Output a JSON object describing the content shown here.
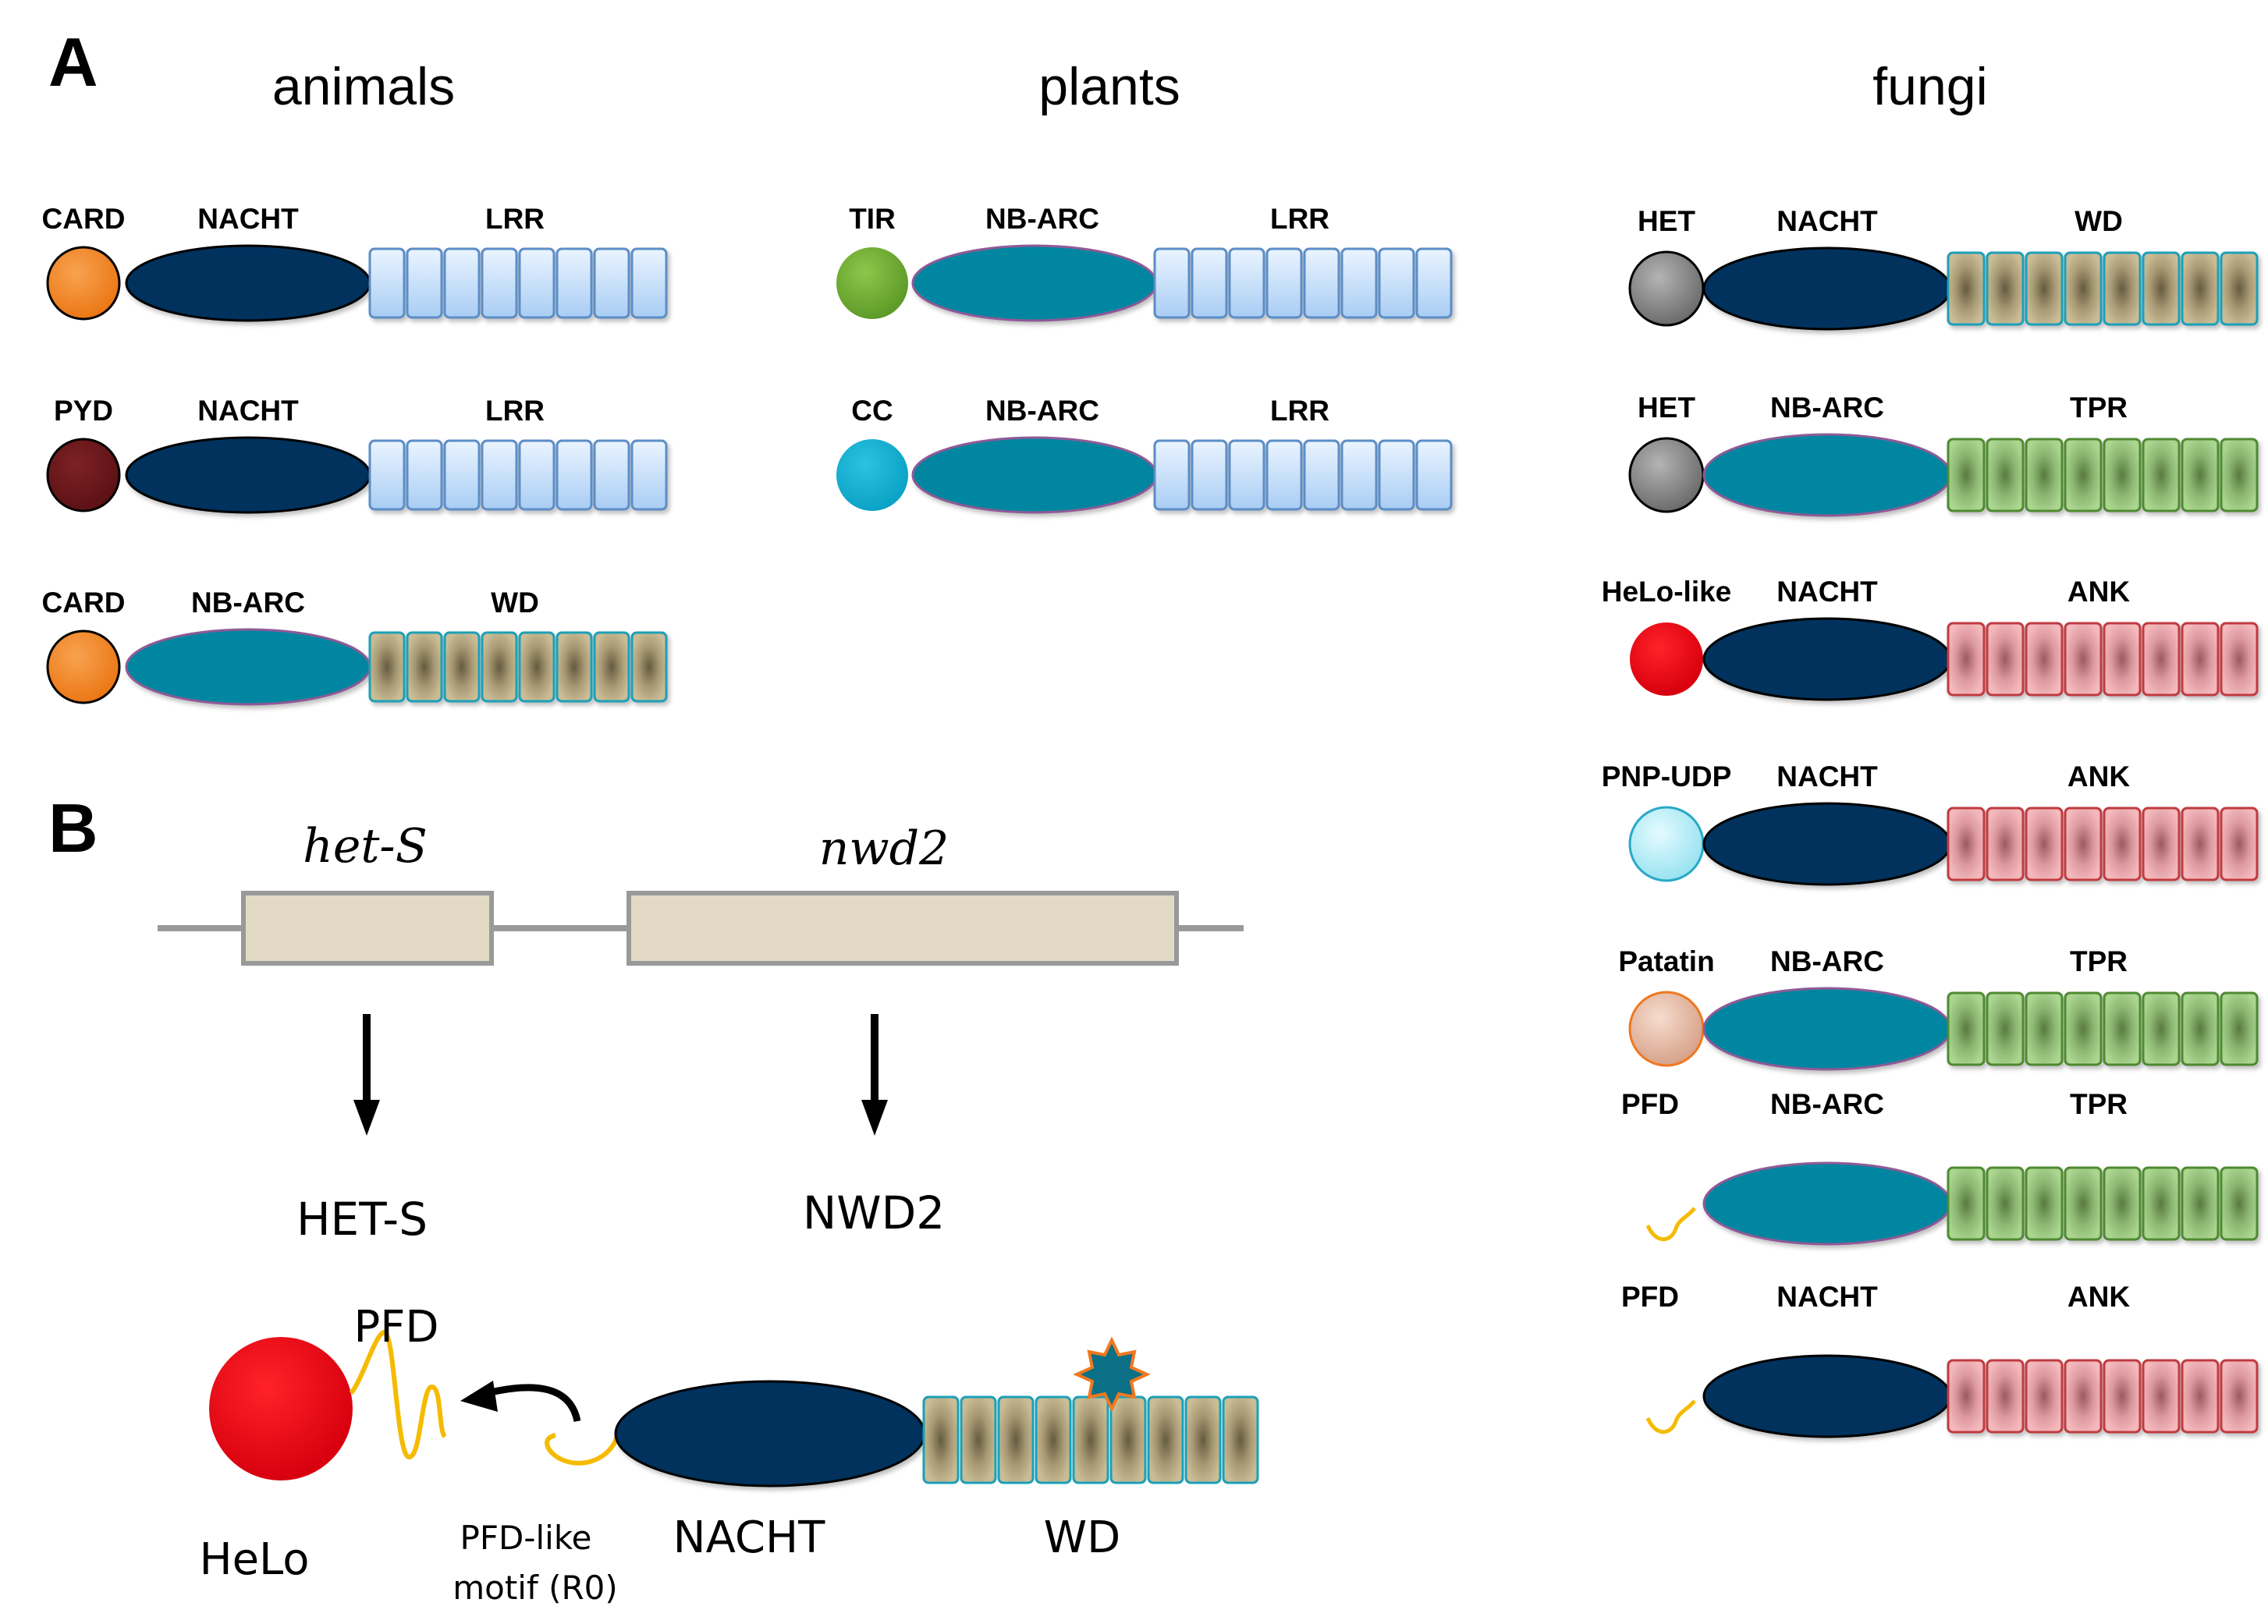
{
  "panel_a": {
    "label": "A",
    "columns": {
      "animals": "animals",
      "plants": "plants",
      "fungi": "fungi"
    },
    "animals": [
      {
        "n": "CARD",
        "c": "NACHT",
        "r": "LRR"
      },
      {
        "n": "PYD",
        "c": "NACHT",
        "r": "LRR"
      },
      {
        "n": "CARD",
        "c": "NB-ARC",
        "r": "WD"
      }
    ],
    "plants": [
      {
        "n": "TIR",
        "c": "NB-ARC",
        "r": "LRR"
      },
      {
        "n": "CC",
        "c": "NB-ARC",
        "r": "LRR"
      }
    ],
    "fungi": [
      {
        "n": "HET",
        "c": "NACHT",
        "r": "WD"
      },
      {
        "n": "HET",
        "c": "NB-ARC",
        "r": "TPR"
      },
      {
        "n": "HeLo-like",
        "c": "NACHT",
        "r": "ANK"
      },
      {
        "n": "PNP-UDP",
        "c": "NACHT",
        "r": "ANK"
      },
      {
        "n": "Patatin",
        "c": "NB-ARC",
        "r": "TPR"
      },
      {
        "n": "PFD",
        "c": "NB-ARC",
        "r": "TPR"
      },
      {
        "n": "PFD",
        "c": "NACHT",
        "r": "ANK"
      }
    ]
  },
  "panel_b": {
    "label": "B",
    "genes": [
      "het-S",
      "nwd2"
    ],
    "proteins": [
      "HET-S",
      "NWD2"
    ],
    "labels": {
      "pfd": "PFD",
      "helo": "HeLo",
      "motif_line1": "PFD-like",
      "motif_line2": "motif (R0)",
      "nacht": "NACHT",
      "wd": "WD"
    }
  },
  "colors": {
    "nacht": "#04325d",
    "nbarc": "#0686a0",
    "card": "#f28a2c",
    "pyd": "#6f1a1d",
    "tir": "#7ab23a",
    "cc": "#15b2d3",
    "het": "#8a8a8a",
    "helo": "#e8001a",
    "pnp_udp": "#bff0f8",
    "patatin": "#e6bfae",
    "pfd_tail": "#f5bb00",
    "lrr": "#bcd9f7",
    "wd": "#b7aa86",
    "tpr": "#94c07a",
    "ank": "#e7a4a8",
    "gene_box": "#e2dac4",
    "star": "#0b6f86"
  }
}
